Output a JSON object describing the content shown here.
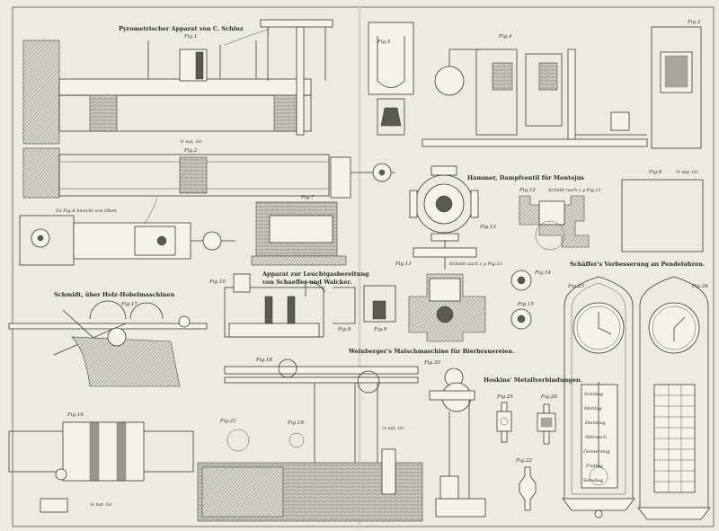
{
  "plate": {
    "sections": {
      "pyrometer": {
        "title": "Pyrometrischer Apparat von C. Schinz",
        "fig1": "Fig.1",
        "fig2": "Fig.2",
        "fig3": "Fig.3",
        "fig4": "Fig.4",
        "fig5": "Fig.5",
        "fig6": "Fig.6",
        "scale": "½ nat. Gr.",
        "scale2": "½ nat. Gr.",
        "top_view": "Zu Fig.4 Ansicht von Oben"
      },
      "steam_valve": {
        "title": "Hammer, Dampfventil für Montejus",
        "fig11": "Fig.11",
        "fig12": "Fig.12",
        "fig13": "Fig.13",
        "fig14": "Fig.14",
        "fig15": "Fig.15",
        "section12": "Schnitt nach x y Fig.11",
        "section13": "Schnitt nach x y Fig.13"
      },
      "planing": {
        "title": "Schmidt, über Holz-Hobelmaschinen",
        "fig16": "Fig.16",
        "fig17": "Fig.17",
        "scale": "¼ nat. Gr."
      },
      "gas": {
        "title_line1": "Apparat zur Leuchtgasbereitung",
        "title_line2": "von Schaeffer und Walcker.",
        "fig7": "Fig.7",
        "fig8": "Fig.8",
        "fig9": "Fig.9",
        "fig10": "Fig.10"
      },
      "mash": {
        "title": "Weinberger's Maischmaschine für Bierbrauereien.",
        "fig18": "Fig.18",
        "fig19": "Fig.19",
        "fig20": "Fig.20",
        "fig21": "Fig.21",
        "scale": "⅛ nat. Gr."
      },
      "hoskins": {
        "title": "Hoskins' Metallverbindungen.",
        "fig22": "Fig.22",
        "fig25": "Fig.25",
        "fig26": "Fig.26"
      },
      "clocks": {
        "title": "Schäffer's Verbesserung an Pendeluhren.",
        "fig23": "Fig.23",
        "fig24": "Fig.24",
        "days": [
          "Sonntag",
          "Montag",
          "Dienstag",
          "Mittwoch",
          "Donnerstag",
          "Freitag",
          "Samstag"
        ]
      }
    }
  }
}
